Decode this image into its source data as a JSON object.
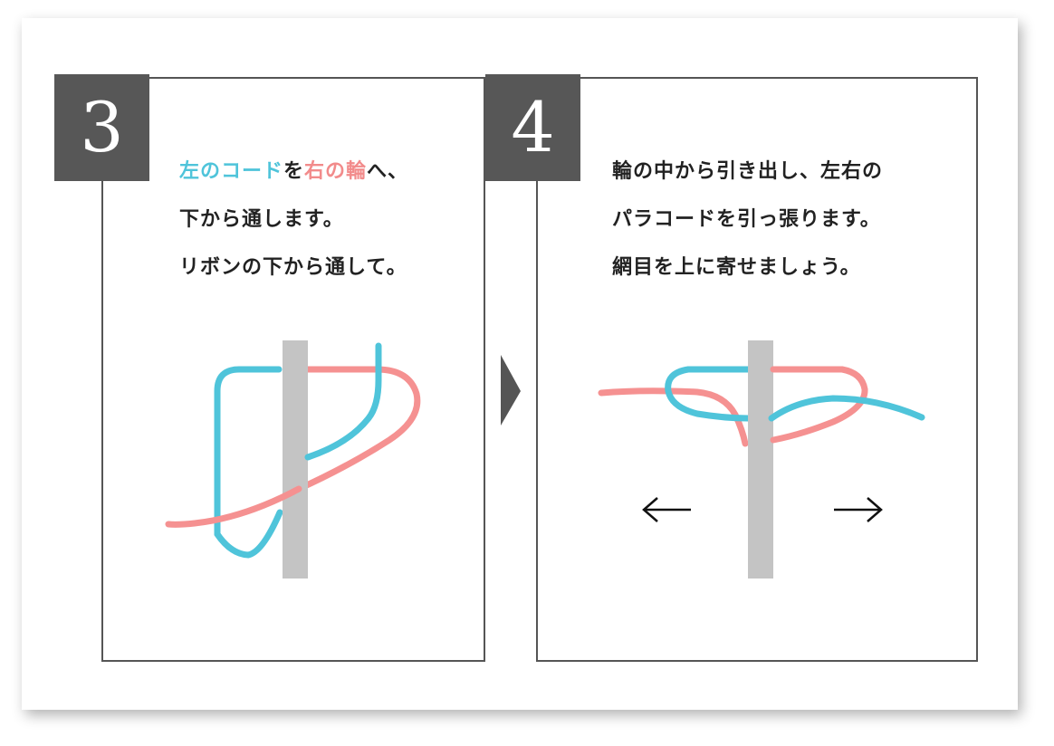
{
  "colors": {
    "accent_blue": "#4fc4da",
    "accent_pink": "#f28b8b",
    "badge_bg": "#575757",
    "ribbon_gray": "#c4c4c4",
    "arrow_fill": "#555555"
  },
  "steps": [
    {
      "number": "3",
      "lines": [
        {
          "segments": [
            {
              "text": "左のコード",
              "color": "blue"
            },
            {
              "text": "を",
              "color": "default"
            },
            {
              "text": "右の輪",
              "color": "pink"
            },
            {
              "text": "へ、",
              "color": "default"
            }
          ]
        },
        {
          "segments": [
            {
              "text": "下から通します。",
              "color": "default"
            }
          ]
        },
        {
          "segments": [
            {
              "text": "リボンの下から通して。",
              "color": "default"
            }
          ]
        }
      ]
    },
    {
      "number": "4",
      "lines": [
        {
          "segments": [
            {
              "text": "輪の中から引き出し、左右の",
              "color": "default"
            }
          ]
        },
        {
          "segments": [
            {
              "text": "パラコードを引っ張ります。",
              "color": "default"
            }
          ]
        },
        {
          "segments": [
            {
              "text": "網目を上に寄せましょう。",
              "color": "default"
            }
          ]
        }
      ]
    }
  ],
  "arrows": {
    "between_steps_icon": "triangle-right-icon",
    "pull_left_icon": "arrow-left-icon",
    "pull_right_icon": "arrow-right-icon"
  }
}
